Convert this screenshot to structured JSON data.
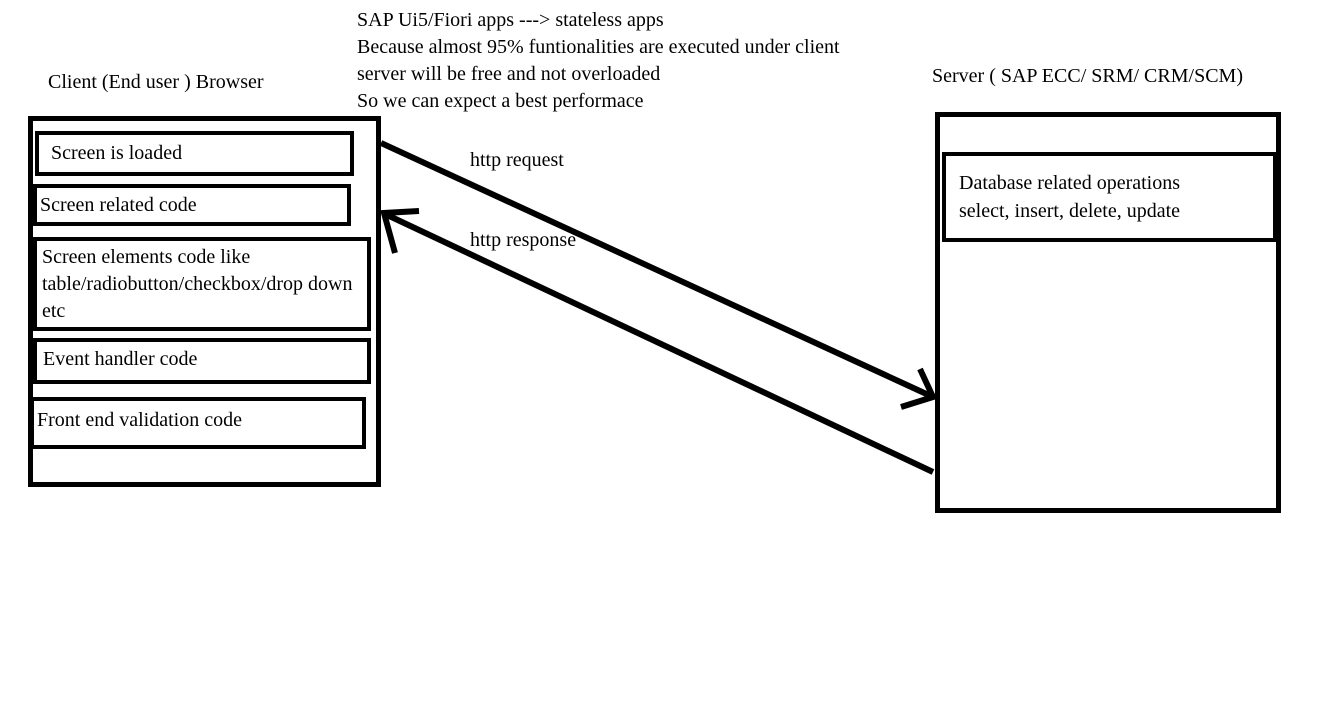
{
  "notes": {
    "lines": [
      "SAP Ui5/Fiori apps ---> stateless apps",
      "Because almost 95% funtionalities are executed under client",
      "server will be free and not overloaded",
      "So we can expect a best performace"
    ]
  },
  "client": {
    "title": "Client (End user ) Browser",
    "boxes": [
      "Screen is loaded",
      "Screen related code",
      "Screen elements code like table/radiobutton/checkbox/drop down etc",
      "Event handler code",
      "Front end validation code"
    ]
  },
  "server": {
    "title": "Server ( SAP ECC/ SRM/ CRM/SCM)",
    "box_lines": [
      "Database related operations",
      "select, insert, delete, update"
    ]
  },
  "arrows": {
    "request_label": "http request",
    "response_label": "http response"
  },
  "colors": {
    "ink": "#000000",
    "background": "#ffffff"
  }
}
